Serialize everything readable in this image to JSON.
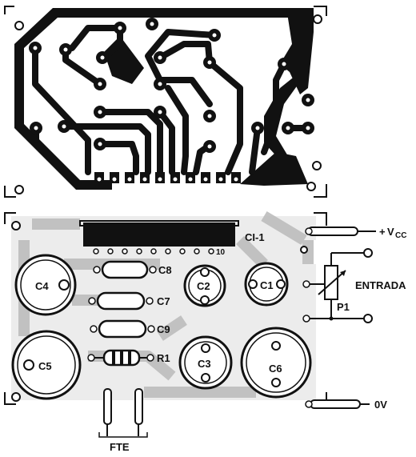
{
  "diagram": {
    "ic_label": "CI-1",
    "ic_pin_number": "10",
    "capacitors": {
      "c1": "C1",
      "c2": "C2",
      "c3": "C3",
      "c4": "C4",
      "c5": "C5",
      "c6": "C6",
      "c7": "C7",
      "c8": "C8",
      "c9": "C9"
    },
    "resistor": "R1",
    "potentiometer": "P1",
    "terminals": {
      "vcc_plus": "+",
      "vcc_v": "V",
      "vcc_sub": "CC",
      "input": "ENTRADA",
      "ground": "0V",
      "source": "FTE"
    }
  }
}
